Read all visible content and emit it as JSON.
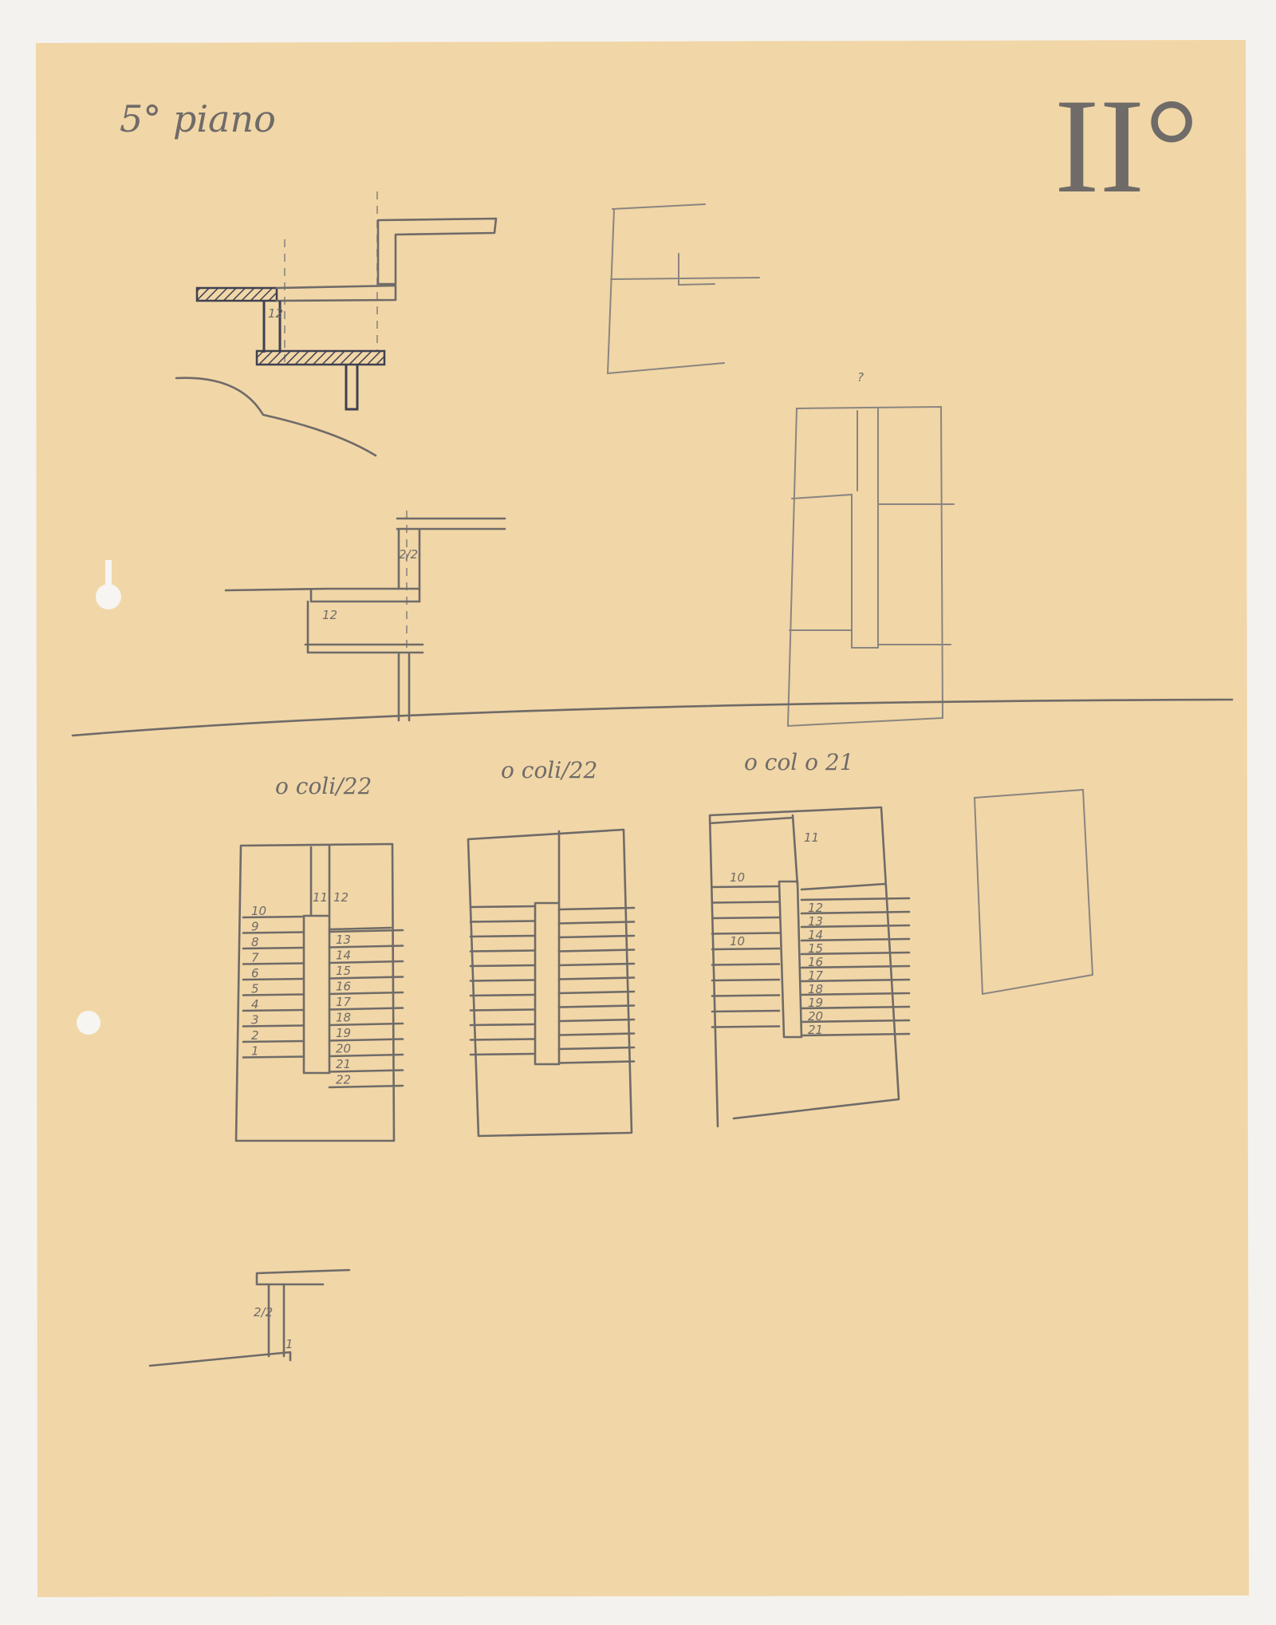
{
  "sheet": {
    "floor_note": "5° piano",
    "sheet_number": "II°",
    "paper_color": "#f1d6a7",
    "pencil_color": "#6f6b68"
  },
  "sections": {
    "top_riser_label": "12",
    "middle_riser_upper_label": "2/2",
    "middle_riser_lower_label": "12",
    "tall_plan_mark": "?",
    "bottom_riser_label": "2/2",
    "bottom_base_label": "1"
  },
  "plans": [
    {
      "caption": "o coli/22",
      "landing_labels": [
        "11",
        "12"
      ],
      "left_steps": [
        "10",
        "9",
        "8",
        "7",
        "6",
        "5",
        "4",
        "3",
        "2",
        "1"
      ],
      "right_steps": [
        "13",
        "14",
        "15",
        "16",
        "17",
        "18",
        "19",
        "20",
        "21",
        "22"
      ]
    },
    {
      "caption": "o coli/22",
      "landing_labels": [],
      "left_steps": [],
      "right_steps": []
    },
    {
      "caption": "o col o 21",
      "landing_labels": [
        "11",
        "10"
      ],
      "left_steps": [
        "10"
      ],
      "right_steps": [
        "12",
        "13",
        "14",
        "15",
        "16",
        "17",
        "18",
        "19",
        "20",
        "21"
      ]
    }
  ]
}
